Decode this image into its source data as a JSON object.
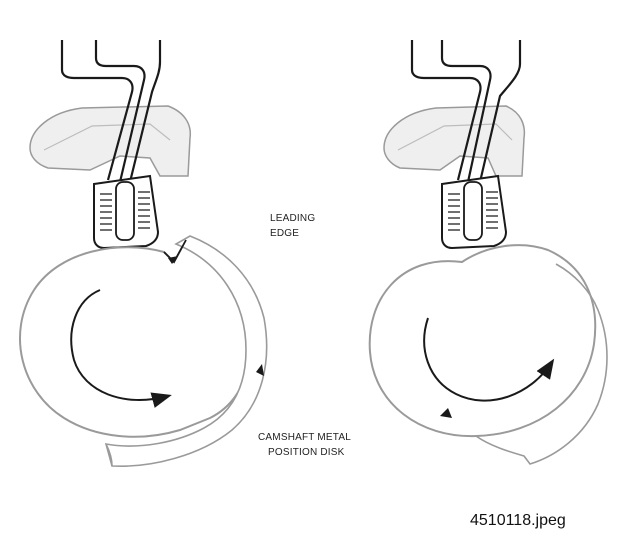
{
  "labels": {
    "leading_edge_line1": "LEADING",
    "leading_edge_line2": "EDGE",
    "disk_line1": "CAMSHAFT METAL",
    "disk_line2": "POSITION DISK"
  },
  "filename": "4510118.jpeg",
  "colors": {
    "ink": "#1a1a1a",
    "shade": "#9a9a9a",
    "light": "#cfcfcf"
  }
}
